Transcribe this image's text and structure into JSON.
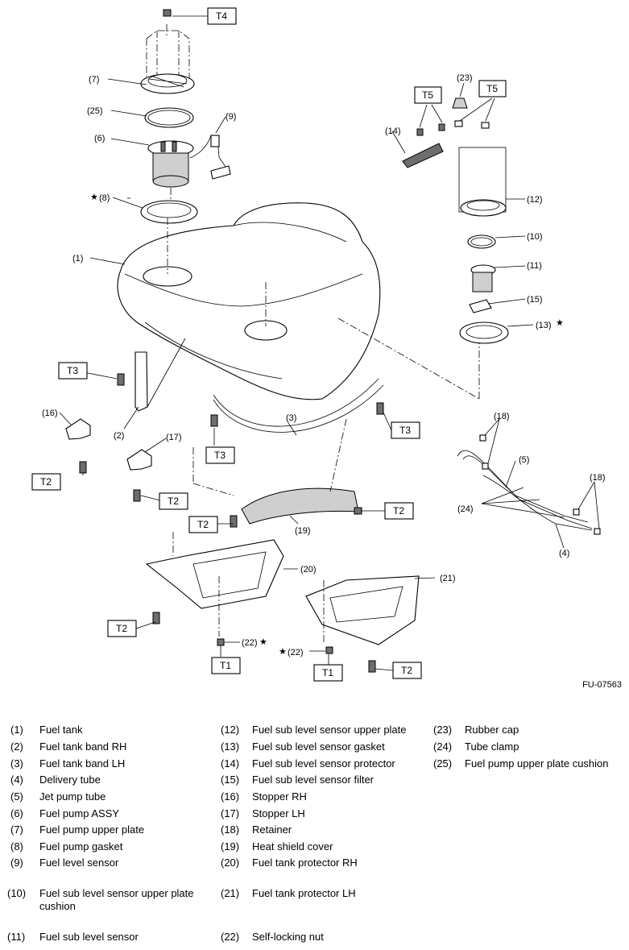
{
  "figure_code": "FU-07563",
  "callouts": {
    "c1": "(1)",
    "c2": "(2)",
    "c3": "(3)",
    "c4": "(4)",
    "c5": "(5)",
    "c6": "(6)",
    "c7": "(7)",
    "c8": "(8)",
    "c9": "(9)",
    "c10": "(10)",
    "c11": "(11)",
    "c12": "(12)",
    "c13": "(13)",
    "c14": "(14)",
    "c15": "(15)",
    "c16": "(16)",
    "c17": "(17)",
    "c18a": "(18)",
    "c18b": "(18)",
    "c19": "(19)",
    "c20": "(20)",
    "c21": "(21)",
    "c22a": "(22)",
    "c22b": "(22)",
    "c23": "(23)",
    "c24": "(24)",
    "c25": "(25)"
  },
  "star": "★",
  "torque": {
    "t4": "T4",
    "t5a": "T5",
    "t5b": "T5",
    "t3a": "T3",
    "t3b": "T3",
    "t3c": "T3",
    "t2a": "T2",
    "t2b": "T2",
    "t2c": "T2",
    "t2d": "T2",
    "t2e": "T2",
    "t2f": "T2",
    "t1a": "T1",
    "t1b": "T1"
  },
  "legend": [
    {
      "num": "(1)",
      "name": "Fuel tank"
    },
    {
      "num": "(2)",
      "name": "Fuel tank band RH"
    },
    {
      "num": "(3)",
      "name": "Fuel tank band LH"
    },
    {
      "num": "(4)",
      "name": "Delivery tube"
    },
    {
      "num": "(5)",
      "name": "Jet pump tube"
    },
    {
      "num": "(6)",
      "name": "Fuel pump ASSY"
    },
    {
      "num": "(7)",
      "name": "Fuel pump upper plate"
    },
    {
      "num": "(8)",
      "name": "Fuel pump gasket"
    },
    {
      "num": "(9)",
      "name": "Fuel level sensor"
    },
    {
      "num": "(10)",
      "name": "Fuel sub level sensor upper plate cushion"
    },
    {
      "num": "(11)",
      "name": "Fuel sub level sensor"
    },
    {
      "num": "(12)",
      "name": "Fuel sub level sensor upper plate"
    },
    {
      "num": "(13)",
      "name": "Fuel sub level sensor gasket"
    },
    {
      "num": "(14)",
      "name": "Fuel sub level sensor protector"
    },
    {
      "num": "(15)",
      "name": "Fuel sub level sensor filter"
    },
    {
      "num": "(16)",
      "name": "Stopper RH"
    },
    {
      "num": "(17)",
      "name": "Stopper LH"
    },
    {
      "num": "(18)",
      "name": "Retainer"
    },
    {
      "num": "(19)",
      "name": "Heat shield cover"
    },
    {
      "num": "(20)",
      "name": "Fuel tank protector RH"
    },
    {
      "num": "(21)",
      "name": "Fuel tank protector LH"
    },
    {
      "num": "(22)",
      "name": "Self-locking nut"
    },
    {
      "num": "(23)",
      "name": "Rubber cap"
    },
    {
      "num": "(24)",
      "name": "Tube clamp"
    },
    {
      "num": "(25)",
      "name": "Fuel pump upper plate cushion"
    }
  ]
}
